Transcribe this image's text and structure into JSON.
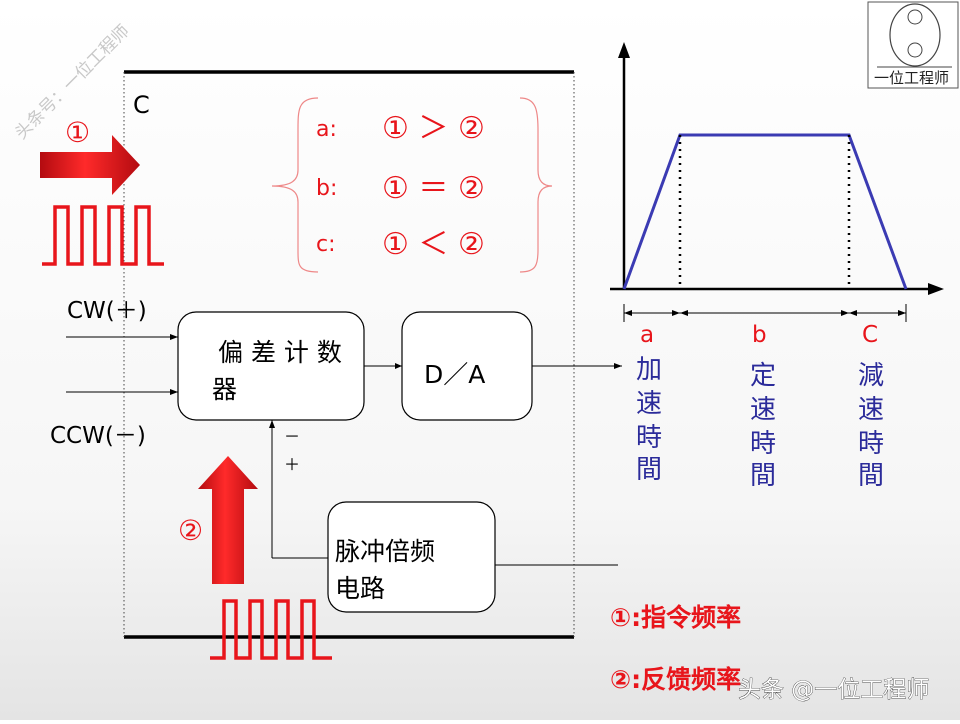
{
  "diagram": {
    "frame_label": "C",
    "input_pulse_label": "①",
    "feedback_pulse_label": "②",
    "conditions": {
      "a": {
        "key": "a:",
        "relation": "① ＞ ②"
      },
      "b": {
        "key": "b:",
        "relation": "① ＝ ②"
      },
      "c": {
        "key": "c:",
        "relation": "① ＜ ②"
      }
    },
    "cw_label": "CW(＋)",
    "ccw_label": "CCW(－)",
    "counter_line1": "偏 差 计 数",
    "counter_line2": "器",
    "da_label": "D／A",
    "minus_sign": "－",
    "plus_sign": "＋",
    "multiplier_line1": "脉冲倍频",
    "multiplier_line2": "电路",
    "phase_a": {
      "letter": "a",
      "name": [
        "加",
        "速",
        "時",
        "間"
      ]
    },
    "phase_b": {
      "letter": "b",
      "name": [
        "定",
        "速",
        "時",
        "間"
      ]
    },
    "phase_c": {
      "letter": "C",
      "name": [
        "減",
        "速",
        "時",
        "間"
      ]
    },
    "legend1": "①:指令频率",
    "legend2": "②:反馈频率",
    "logo_text": "一位工程师",
    "watermark_side": "头条号：一位工程师",
    "watermark_bottom": "头条 @一位工程师"
  },
  "colors": {
    "red": "#e8151b",
    "blue": "#2b2b9a",
    "black": "#000000"
  }
}
